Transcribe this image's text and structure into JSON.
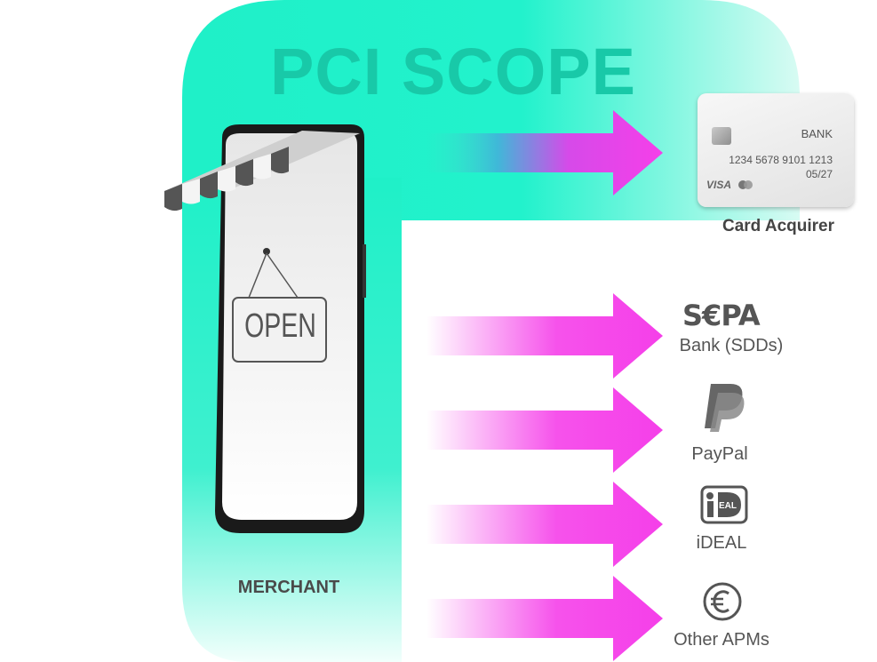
{
  "title": "PCI SCOPE",
  "merchant_label": "MERCHANT",
  "shop_sign": "OPEN",
  "card": {
    "bank": "BANK",
    "number": "1234 5678 9101 1213",
    "expiry": "05/27",
    "brand": "VISA",
    "label": "Card Acquirer"
  },
  "apms": [
    {
      "logo": "S€PA",
      "label": "Bank (SDDs)",
      "icon": "sepa-logo"
    },
    {
      "label": "PayPal",
      "icon": "paypal-logo"
    },
    {
      "label": "iDEAL",
      "icon": "ideal-logo"
    },
    {
      "label": "Other APMs",
      "icon": "euro-icon"
    }
  ],
  "colors": {
    "scope": "#1ff0c8",
    "scope_text": "#18c9a8",
    "arrow": "#f53fe9"
  }
}
